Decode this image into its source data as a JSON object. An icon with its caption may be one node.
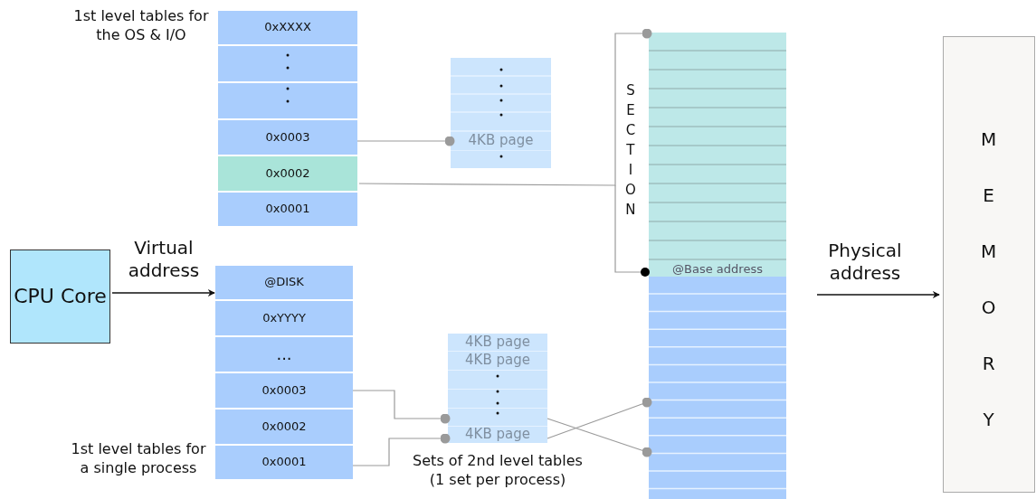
{
  "diagram": {
    "nodes": [
      {
        "text": [
          "1st level tables for the OS & I/O"
        ]
      },
      {
        "text": [
          "0xXXXX"
        ],
        "in": 0
      },
      {
        "text": [],
        "shape": "box",
        "in": 0
      },
      {
        "text": [],
        "shape": "box",
        "in": 0
      },
      {
        "text": [
          "0x0003"
        ],
        "in": 0
      },
      {
        "text": [
          "0x0002"
        ],
        "in": 0
      },
      {
        "text": [
          "0x0001"
        ],
        "in": 0
      },
      {
        "text": [],
        "shape": "box"
      },
      {
        "text": [
          "4KB page"
        ],
        "in": 7
      },
      {
        "text": [
          "CPU Core"
        ]
      },
      {
        "text": [
          "1st level tables for a single process"
        ]
      },
      {
        "text": [
          "@DISK"
        ],
        "in": 10
      },
      {
        "text": [
          "0xYYYY"
        ],
        "in": 10
      },
      {
        "text": [
          "..."
        ],
        "in": 10
      },
      {
        "text": [
          "0x0003"
        ],
        "in": 10
      },
      {
        "text": [
          "0x0002"
        ],
        "in": 10
      },
      {
        "text": [
          "0x0001"
        ],
        "in": 10
      },
      {
        "text": [
          "Sets of 2nd level tables (1 set per process)"
        ]
      },
      {
        "text": [
          "4KB page"
        ],
        "in": 17
      },
      {
        "text": [
          "4KB page"
        ],
        "in": 17
      },
      {
        "text": [],
        "shape": "box",
        "in": 17
      },
      {
        "text": [],
        "shape": "box",
        "in": 17
      },
      {
        "text": [],
        "shape": "box",
        "in": 17
      },
      {
        "text": [
          "4KB page"
        ],
        "in": 17
      },
      {
        "text": [],
        "shape": "box"
      },
      {
        "text": [
          "@Base address"
        ],
        "beside": [
          "SECTION"
        ],
        "in": 24
      },
      {
        "text": [
          "MEMORY"
        ]
      }
    ],
    "edges": [
      {
        "from": 4,
        "to": 8,
        "arrow": "other"
      },
      {
        "from": 5,
        "to": 25,
        "arrow": "other"
      },
      {
        "from": 9,
        "to": 11,
        "arrow": "to",
        "label": "Virtual address",
        "color": "#111111"
      },
      {
        "from": 14,
        "to": 22,
        "arrow": "other"
      },
      {
        "from": 16,
        "to": 23,
        "arrow": "other"
      },
      {
        "from": 22,
        "to": 24,
        "arrow": "other"
      },
      {
        "from": 23,
        "to": 24,
        "arrow": "other"
      },
      {
        "from": null,
        "to": 26,
        "arrow": "to",
        "label": "Physical address",
        "color": "#111111"
      }
    ]
  }
}
